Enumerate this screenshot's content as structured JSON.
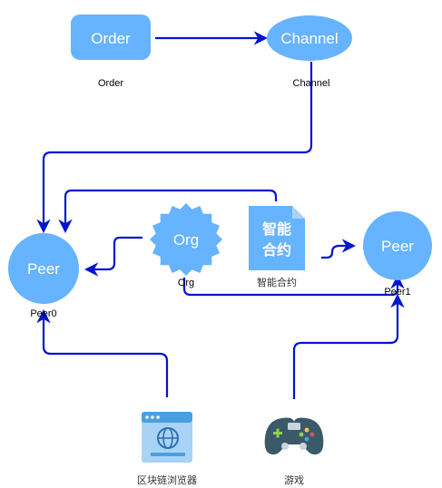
{
  "nodes": {
    "order": {
      "text": "Order",
      "label": "Order"
    },
    "channel": {
      "text": "Channel",
      "label": "Channel"
    },
    "peer0": {
      "text": "Peer",
      "label": "Peer0"
    },
    "peer1": {
      "text": "Peer",
      "label": "Peer1"
    },
    "org": {
      "text": "Org",
      "label": "Org"
    },
    "contract": {
      "text_line1": "智能",
      "text_line2": "合约",
      "label": "智能合约"
    },
    "browser": {
      "label": "区块链浏览器",
      "icon": "browser-globe-icon"
    },
    "game": {
      "label": "游戏",
      "icon": "gamepad-icon"
    }
  },
  "colors": {
    "node_fill": "#66b3ff",
    "edge": "#0015d1",
    "icon_dark": "#3a5a6a",
    "icon_light": "#a9d3f5"
  }
}
